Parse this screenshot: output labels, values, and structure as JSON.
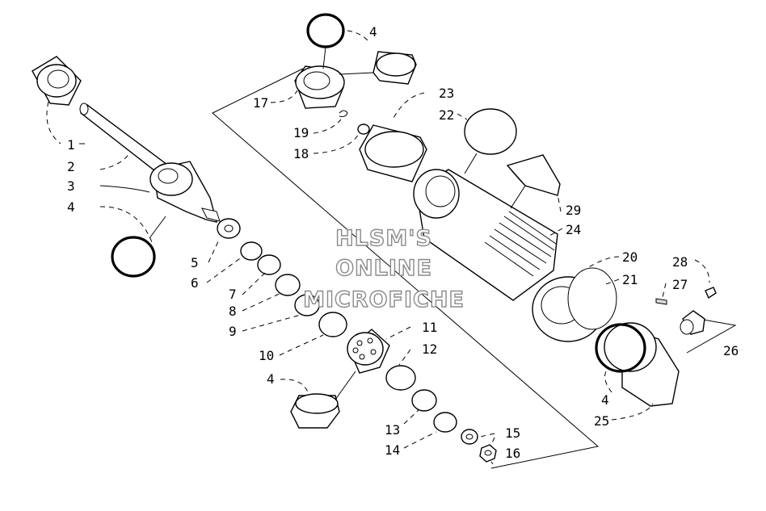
{
  "watermark": {
    "line1": "HLSM'S",
    "line2": "ONLINE",
    "line3": "MICROFICHE"
  },
  "callouts": [
    {
      "id": "c1",
      "label": "1"
    },
    {
      "id": "c2",
      "label": "2"
    },
    {
      "id": "c3",
      "label": "3"
    },
    {
      "id": "c4a",
      "label": "4"
    },
    {
      "id": "c4b",
      "label": "4"
    },
    {
      "id": "c4c",
      "label": "4"
    },
    {
      "id": "c4d",
      "label": "4"
    },
    {
      "id": "c5",
      "label": "5"
    },
    {
      "id": "c6",
      "label": "6"
    },
    {
      "id": "c7",
      "label": "7"
    },
    {
      "id": "c8",
      "label": "8"
    },
    {
      "id": "c9",
      "label": "9"
    },
    {
      "id": "c10",
      "label": "10"
    },
    {
      "id": "c11",
      "label": "11"
    },
    {
      "id": "c12",
      "label": "12"
    },
    {
      "id": "c13",
      "label": "13"
    },
    {
      "id": "c14",
      "label": "14"
    },
    {
      "id": "c15",
      "label": "15"
    },
    {
      "id": "c16",
      "label": "16"
    },
    {
      "id": "c17",
      "label": "17"
    },
    {
      "id": "c18",
      "label": "18"
    },
    {
      "id": "c19",
      "label": "19"
    },
    {
      "id": "c20",
      "label": "20"
    },
    {
      "id": "c21",
      "label": "21"
    },
    {
      "id": "c22",
      "label": "22"
    },
    {
      "id": "c23",
      "label": "23"
    },
    {
      "id": "c24",
      "label": "24"
    },
    {
      "id": "c25",
      "label": "25"
    },
    {
      "id": "c26",
      "label": "26"
    },
    {
      "id": "c27",
      "label": "27"
    },
    {
      "id": "c28",
      "label": "28"
    },
    {
      "id": "c29",
      "label": "29"
    }
  ]
}
